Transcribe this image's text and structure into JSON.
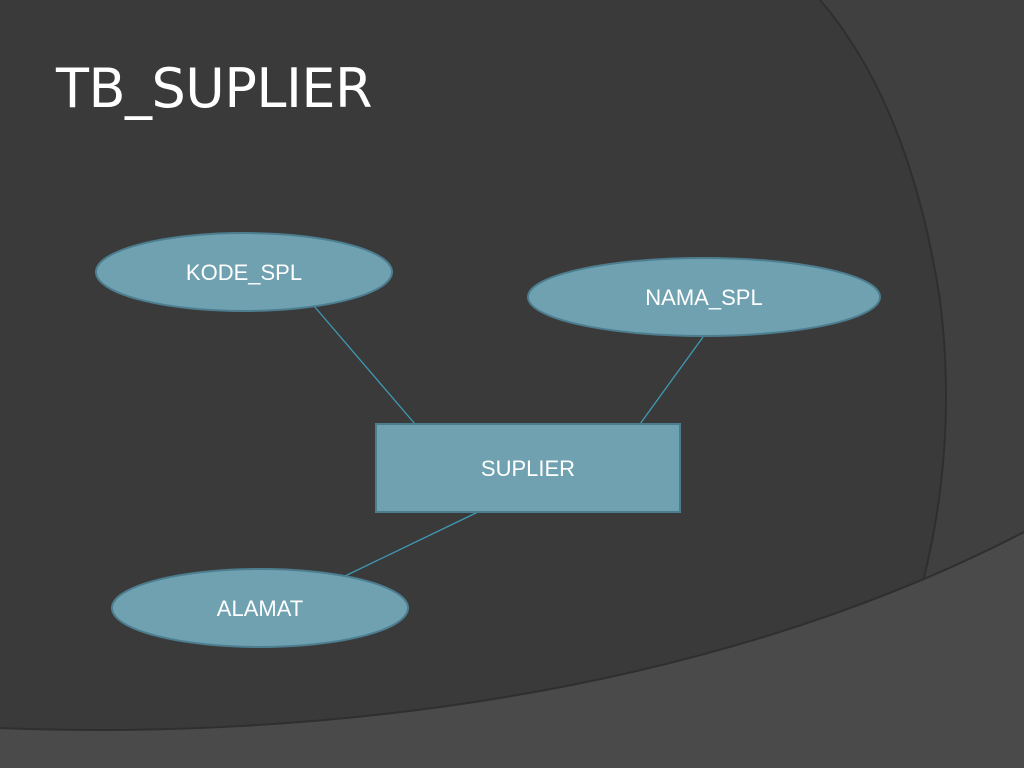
{
  "slide": {
    "title": "TB_SUPLIER"
  },
  "diagram": {
    "entity": {
      "label": "SUPLIER"
    },
    "attributes": [
      {
        "id": "kode",
        "label": "KODE_SPL"
      },
      {
        "id": "nama",
        "label": "NAMA_SPL"
      },
      {
        "id": "alamat",
        "label": "ALAMAT"
      }
    ]
  },
  "colors": {
    "background": "#3a3a3a",
    "shape_fill": "#6fa1b1",
    "shape_stroke": "#4d7e90",
    "connector": "#3e9ab5",
    "text": "#ffffff"
  }
}
